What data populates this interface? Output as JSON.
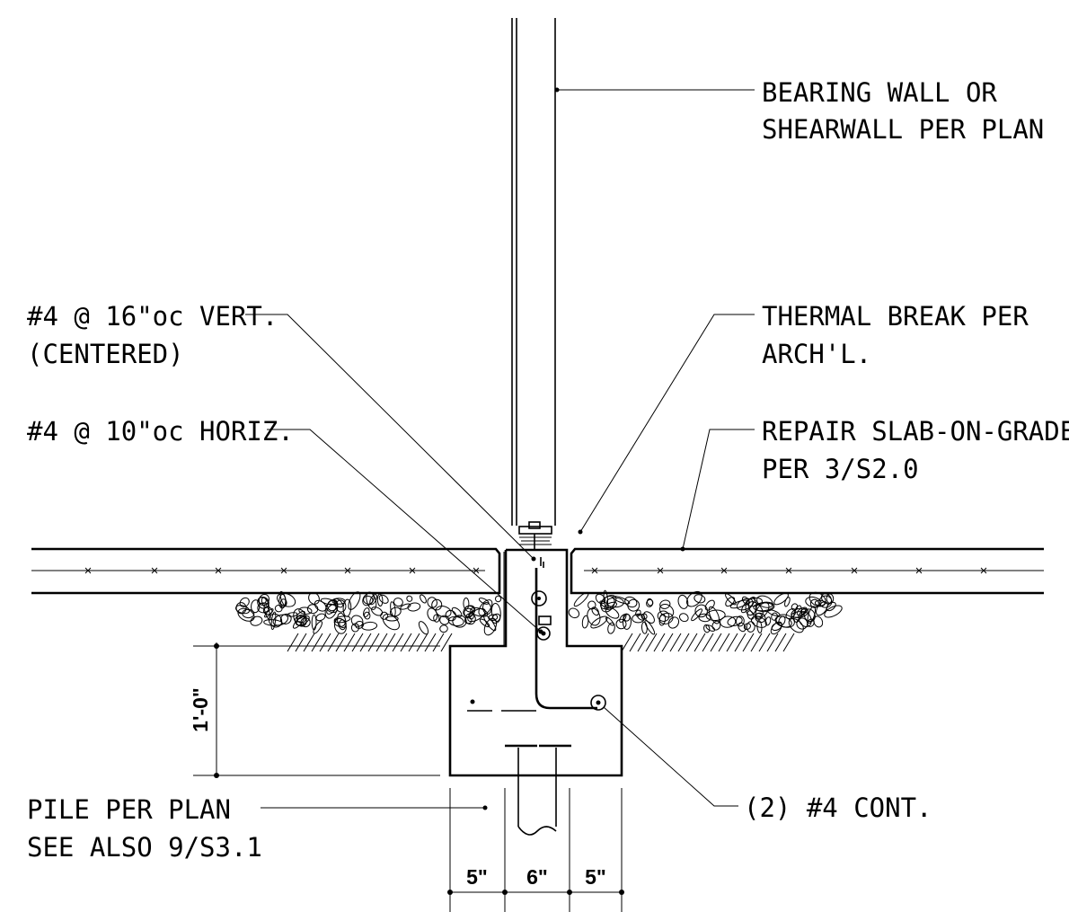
{
  "labels": {
    "bearing_wall_1": "BEARING WALL OR",
    "bearing_wall_2": "SHEARWALL PER PLAN",
    "vert_bar_1": "#4 @ 16\"oc VERT.",
    "vert_bar_2": "(CENTERED)",
    "thermal_break_1": "THERMAL BREAK PER",
    "thermal_break_2": "ARCH'L.",
    "horiz_bar": "#4 @ 10\"oc HORIZ.",
    "slab_repair_1": "REPAIR SLAB-ON-GRADE",
    "slab_repair_2": "PER 3/S2.0",
    "pile_1": "PILE PER PLAN",
    "pile_2": "SEE ALSO 9/S3.1",
    "cont_bars": "(2) #4 CONT."
  },
  "dimensions": {
    "footing_depth": "1'-0\"",
    "left_edge": "5\"",
    "pile": "6\"",
    "right_edge": "5\""
  }
}
